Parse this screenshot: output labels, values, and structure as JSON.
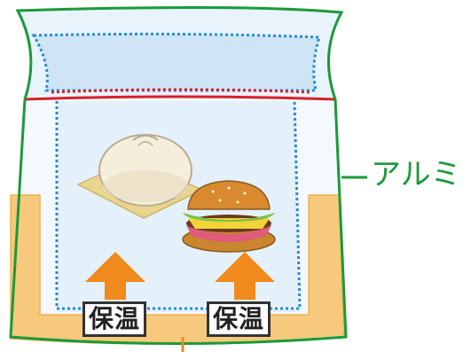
{
  "labels": {
    "insulation_left": "保温",
    "insulation_right": "保温",
    "side_material": "アルミ"
  },
  "colors": {
    "bag_outline": "#1a9a3a",
    "seal_line": "#d9202a",
    "inner_dotted": "#2a8ad6",
    "insulation_fill": "#f7c97c",
    "arrow": "#f08a1c",
    "inner_fill": "#e4f1fb"
  },
  "icons": {
    "food_1": "steamed-bun-icon",
    "food_2": "hamburger-icon",
    "arrow": "arrow-up-icon"
  }
}
